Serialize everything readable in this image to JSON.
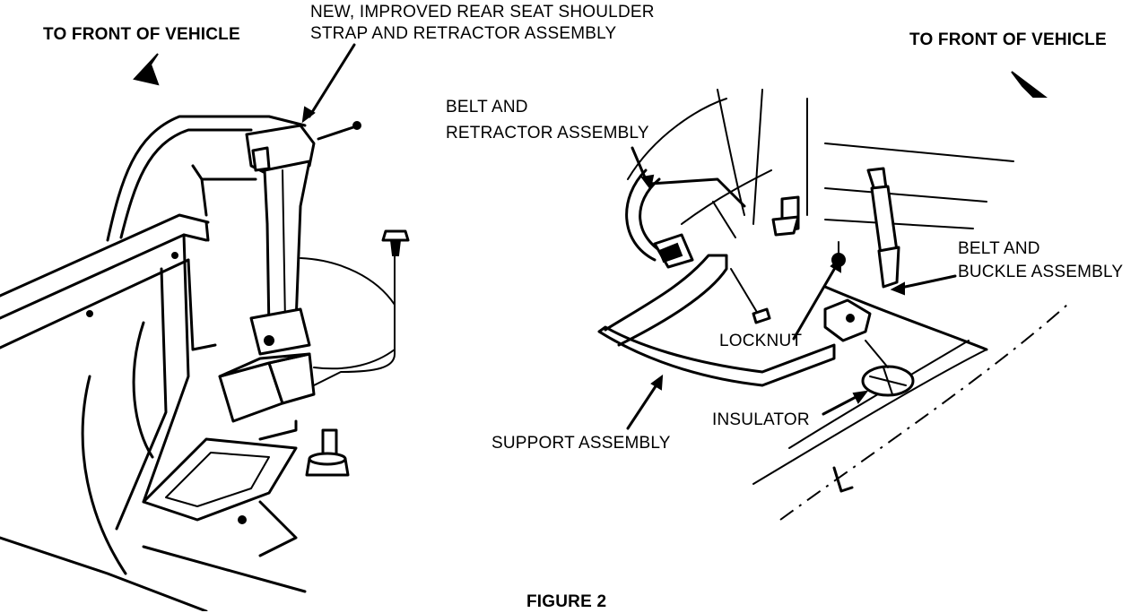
{
  "labels": {
    "to_front_left": "TO FRONT OF VEHICLE",
    "to_front_right": "TO FRONT OF VEHICLE",
    "new_strap_line1": "NEW, IMPROVED REAR SEAT SHOULDER",
    "new_strap_line2": "STRAP AND RETRACTOR ASSEMBLY",
    "belt_retractor_line1": "BELT AND",
    "belt_retractor_line2": "RETRACTOR ASSEMBLY",
    "belt_buckle_line1": "BELT AND",
    "belt_buckle_line2": "BUCKLE ASSEMBLY",
    "locknut": "LOCKNUT",
    "insulator": "INSULATOR",
    "support_assembly": "SUPPORT ASSEMBLY",
    "figure_caption": "FIGURE 2"
  },
  "colors": {
    "ink": "#000000",
    "paper": "#ffffff"
  }
}
